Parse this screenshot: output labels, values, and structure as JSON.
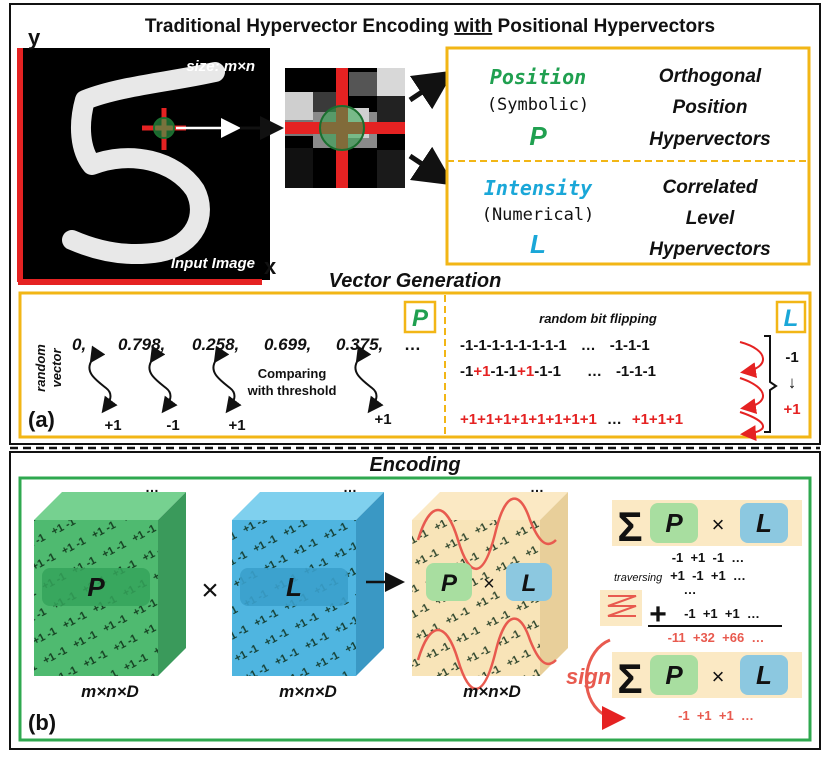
{
  "header": {
    "title_pre": "Traditional Hypervector Encoding ",
    "title_u": "with",
    "title_post": " Positional Hypervectors"
  },
  "image_panel": {
    "y_axis": "y",
    "x_axis": "x",
    "size_label": "size: m×n",
    "input_label": "Input Image"
  },
  "position_box": {
    "word": "Position",
    "kind": "(Symbolic)",
    "symbol": "P",
    "desc": [
      "Orthogonal",
      "Position",
      "Hypervectors"
    ]
  },
  "intensity_box": {
    "word": "Intensity",
    "kind": "(Numerical)",
    "symbol": "L",
    "desc": [
      "Correlated",
      "Level",
      "Hypervectors"
    ]
  },
  "vector_generation": {
    "title": "Vector Generation",
    "panel_a": "(a)",
    "random_vector": [
      "random",
      "vector"
    ],
    "numbers": [
      "0,",
      "0.798,",
      "0.258,",
      "0.699,",
      "0.375,",
      "…"
    ],
    "compare": [
      "Comparing",
      "with threshold"
    ],
    "results": [
      "+1",
      "-1",
      "+1",
      "+1"
    ],
    "p_badge": "P",
    "l_badge": "L",
    "flip_title": "random bit flipping",
    "rows": [
      [
        "-1-1-1-1-1-1-1-1",
        "…",
        "-1-1-1"
      ],
      [
        "-1",
        "+1",
        "-1-1",
        "+1",
        "-1-1",
        "…",
        "-1-1-1"
      ],
      [
        "+1+1+1+1+1+1+1+1",
        "…",
        "+1+1+1"
      ]
    ],
    "range_top": "-1",
    "range_arrow": "↓",
    "range_bottom": "+1"
  },
  "encoding": {
    "title": "Encoding",
    "panel_b": "(b)",
    "cube_p": "P",
    "cube_l": "L",
    "times": "×",
    "cube_label": "m×n×D",
    "cell_top": "+1 -1 -1 +1",
    "ellipsis": "…",
    "sum_symbol": "Σ",
    "row1": "-1  +1  -1  …",
    "row2": "+1  -1  +1  …",
    "dots": "…",
    "row3": "-1  +1  +1  …",
    "sum_row": "-11  +32  +66  …",
    "traversing": "traversing",
    "plus": "+",
    "sign": "sign",
    "final_row": "-1  +1  +1  …"
  },
  "colors": {
    "gold": "#f2b616",
    "green_frame": "#2fa84f",
    "position_green": "#20a050",
    "intensity_blue": "#1aa7d8",
    "red": "#e52222"
  }
}
